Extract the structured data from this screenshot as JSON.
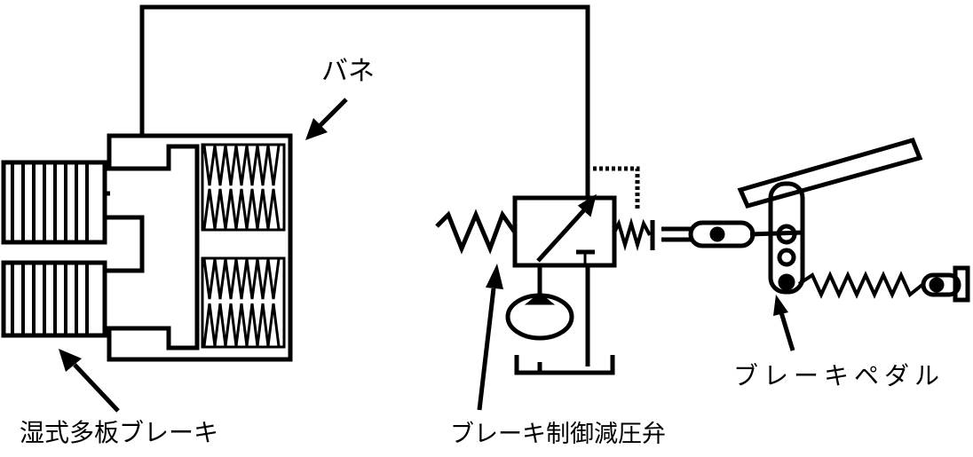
{
  "labels": {
    "spring": "バネ",
    "wet_multi_plate_brake": "湿式多板ブレーキ",
    "brake_control_pressure_reducing_valve": "ブレーキ制御減圧弁",
    "brake_pedal": "ブレーキペダル"
  },
  "colors": {
    "line": "#000000",
    "background": "#ffffff"
  }
}
